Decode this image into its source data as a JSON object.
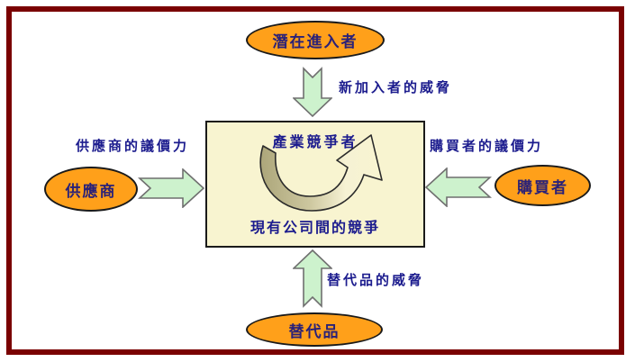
{
  "diagram_title": "five-forces-diagram",
  "center_box": {
    "top_label": "產業競爭者",
    "bottom_label": "現有公司間的競爭"
  },
  "nodes": {
    "top": "潛在進入者",
    "left": "供應商",
    "right": "購買者",
    "bottom": "替代品"
  },
  "forces": {
    "top": "新加入者的威脅",
    "left": "供應商的議價力",
    "right": "購買者的議價力",
    "bottom": "替代品的威脅"
  },
  "colors": {
    "frame_border": "#7a0101",
    "node_fill": "#ffa01a",
    "node_outline": "#1a1a1a",
    "node_text": "#2a2178",
    "label_text": "#1c1c8e",
    "arrow_fill": "#cdf2cd",
    "arrow_outline": "#6f6f6f",
    "box_fill": "#f8f4d0",
    "curved_arrow_shade": "#aca67a"
  }
}
